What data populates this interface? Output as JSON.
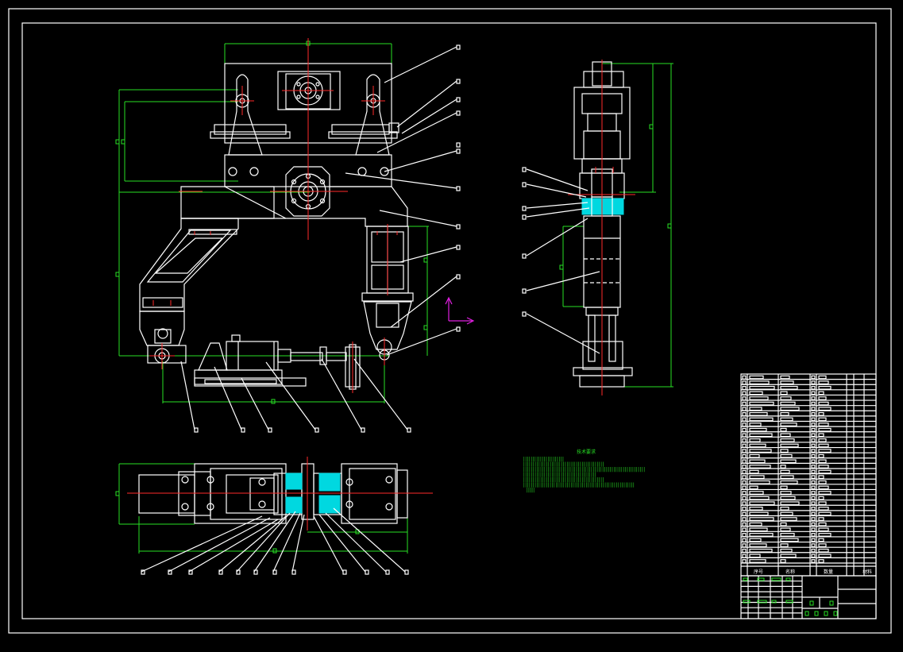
{
  "drawing": {
    "tech_req_title": "技术要求",
    "tech_req_lines": [
      "||||||||||||||||||||||",
      "|||||||||||||||||||||||||||||||||||||||||||",
      "|||||||||||||||||||||||||||||||||||||||||||||||||||||||||||||||||",
      "|||||||||||||||||||||||||||||||||||||||",
      "|||||||||||||||||||||||||||||||||||||||||||",
      "|||||||||||||||||||||||||||||||||||||||||||||||||||||||||||",
      "|||||"
    ],
    "bom_footer": [
      "序号",
      "名称",
      "数量",
      "材料"
    ],
    "colors": {
      "outline": "#ffffff",
      "dimension": "#27e024",
      "centerline": "#ff2a2a",
      "section": "#00d8e0",
      "ucs": "#e020e0",
      "background": "#000000"
    }
  }
}
